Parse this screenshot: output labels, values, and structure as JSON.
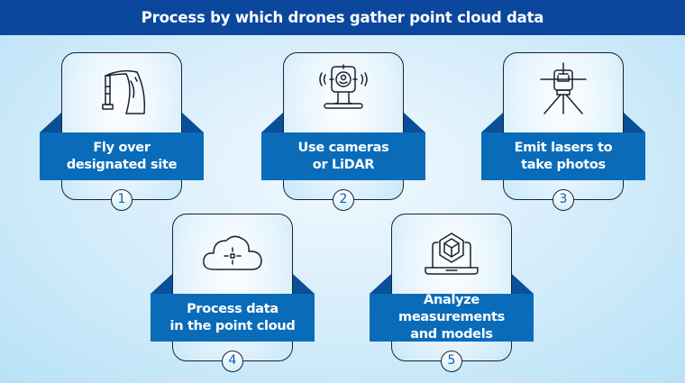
{
  "title": "Process by which drones gather point cloud data",
  "colors": {
    "header_bg": "#0c479e",
    "ribbon": "#0a6cb9",
    "ribbon_fold": "#0a4f98",
    "number_text": "#0a5fb0",
    "outline": "#1b2230"
  },
  "steps": [
    {
      "number": "1",
      "icon": "drone-spray-icon",
      "line1": "Fly over",
      "line2": "designated site"
    },
    {
      "number": "2",
      "icon": "camera-lidar-icon",
      "line1": "Use cameras",
      "line2": "or LiDAR"
    },
    {
      "number": "3",
      "icon": "laser-scanner-tripod-icon",
      "line1": "Emit lasers to",
      "line2": "take photos"
    },
    {
      "number": "4",
      "icon": "cloud-point-icon",
      "line1": "Process data",
      "line2": "in the point cloud"
    },
    {
      "number": "5",
      "icon": "laptop-3d-model-icon",
      "line1": "Analyze measurements",
      "line2": "and models"
    }
  ]
}
